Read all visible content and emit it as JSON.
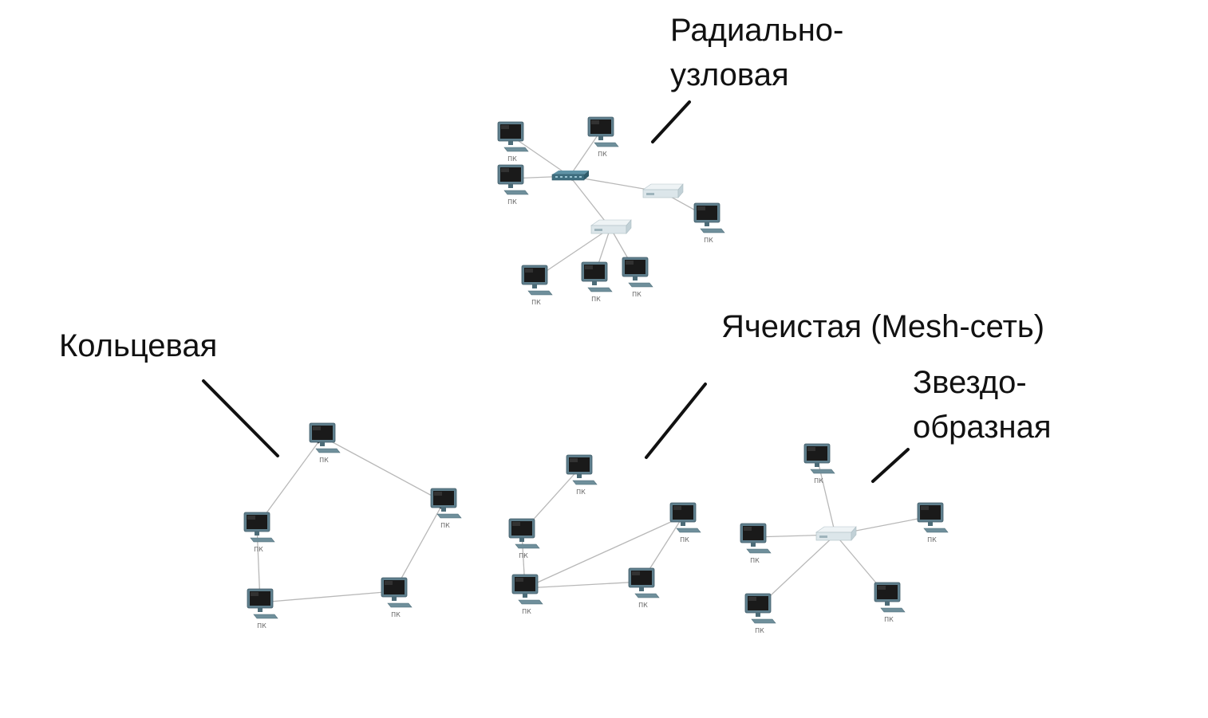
{
  "labels": {
    "radial_line1": "Радиально-",
    "radial_line2": "узловая",
    "ring": "Кольцевая",
    "mesh": "Ячеистая (Mesh-сеть)",
    "star_line1": "Звездо-",
    "star_line2": "образная"
  },
  "pc_label": "ПК",
  "colors": {
    "monitor_frame": "#5f7f8d",
    "screen": "#1a1a1a",
    "keyboard": "#6f8f9b",
    "switch_dark": "#3f6f80",
    "hub_light": "#dce6ea",
    "link": "#b8b8b8",
    "pointer": "#111111"
  },
  "icons": [
    "pc-icon",
    "switch-icon",
    "hub-icon"
  ]
}
